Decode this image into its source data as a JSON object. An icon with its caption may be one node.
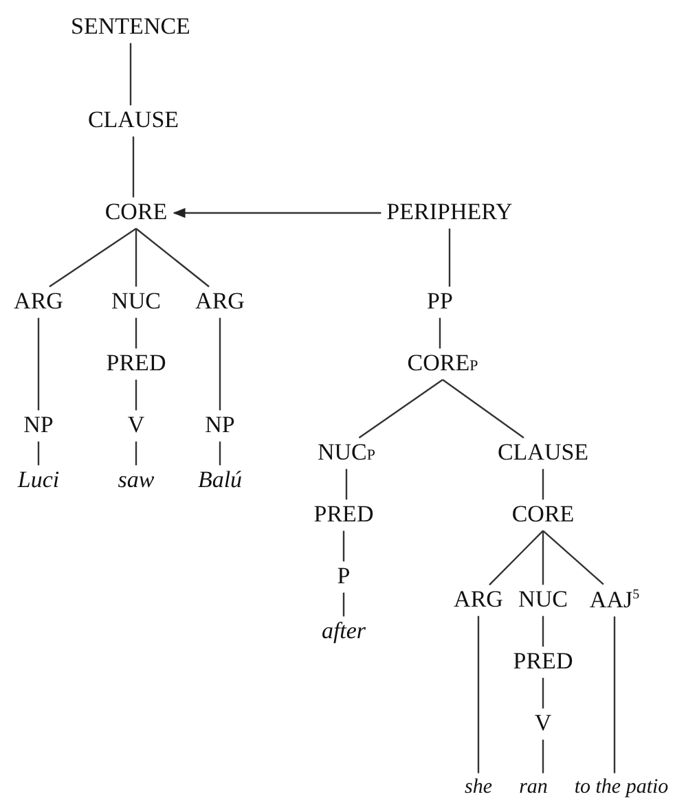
{
  "diagram": {
    "nodes": [
      {
        "text": [
          "SENTENCE"
        ]
      },
      {
        "text": [
          "CLAUSE"
        ]
      },
      {
        "text": [
          "CORE"
        ]
      },
      {
        "text": [
          "PERIPHERY"
        ]
      },
      {
        "text": [
          "ARG"
        ]
      },
      {
        "text": [
          "NUC"
        ]
      },
      {
        "text": [
          "ARG"
        ]
      },
      {
        "text": [
          "PRED"
        ]
      },
      {
        "text": [
          "NP"
        ]
      },
      {
        "text": [
          "V"
        ]
      },
      {
        "text": [
          "NP"
        ]
      },
      {
        "text": [
          "Luci"
        ]
      },
      {
        "text": [
          "saw"
        ]
      },
      {
        "text": [
          "Balú"
        ]
      },
      {
        "text": [
          "PP"
        ]
      },
      {
        "text": [
          "CORE$_{P}$"
        ]
      },
      {
        "text": [
          "NUC$_{P}$"
        ]
      },
      {
        "text": [
          "CLAUSE"
        ]
      },
      {
        "text": [
          "PRED"
        ]
      },
      {
        "text": [
          "CORE"
        ]
      },
      {
        "text": [
          "P"
        ]
      },
      {
        "text": [
          "after"
        ]
      },
      {
        "text": [
          "ARG"
        ]
      },
      {
        "text": [
          "NUC"
        ]
      },
      {
        "text": [
          "AAJ$^{5}$"
        ]
      },
      {
        "text": [
          "PRED"
        ]
      },
      {
        "text": [
          "V"
        ]
      },
      {
        "text": [
          "she"
        ]
      },
      {
        "text": [
          "ran"
        ]
      },
      {
        "text": [
          "to the patio"
        ]
      }
    ],
    "edges": [
      {
        "from": 0,
        "to": 1,
        "arrow": "none"
      },
      {
        "from": 1,
        "to": 2,
        "arrow": "none"
      },
      {
        "from": 3,
        "to": 2,
        "arrow": "to"
      },
      {
        "from": 2,
        "to": 4,
        "arrow": "none"
      },
      {
        "from": 2,
        "to": 5,
        "arrow": "none"
      },
      {
        "from": 2,
        "to": 6,
        "arrow": "none"
      },
      {
        "from": 5,
        "to": 7,
        "arrow": "none"
      },
      {
        "from": 4,
        "to": 8,
        "arrow": "none"
      },
      {
        "from": 7,
        "to": 9,
        "arrow": "none"
      },
      {
        "from": 6,
        "to": 10,
        "arrow": "none"
      },
      {
        "from": 8,
        "to": 11,
        "arrow": "none"
      },
      {
        "from": 9,
        "to": 12,
        "arrow": "none"
      },
      {
        "from": 10,
        "to": 13,
        "arrow": "none"
      },
      {
        "from": 3,
        "to": 14,
        "arrow": "none"
      },
      {
        "from": 14,
        "to": 15,
        "arrow": "none"
      },
      {
        "from": 15,
        "to": 16,
        "arrow": "none"
      },
      {
        "from": 15,
        "to": 17,
        "arrow": "none"
      },
      {
        "from": 16,
        "to": 18,
        "arrow": "none"
      },
      {
        "from": 17,
        "to": 19,
        "arrow": "none"
      },
      {
        "from": 18,
        "to": 20,
        "arrow": "none"
      },
      {
        "from": 20,
        "to": 21,
        "arrow": "none"
      },
      {
        "from": 19,
        "to": 22,
        "arrow": "none"
      },
      {
        "from": 19,
        "to": 23,
        "arrow": "none"
      },
      {
        "from": 19,
        "to": 24,
        "arrow": "none"
      },
      {
        "from": 23,
        "to": 25,
        "arrow": "none"
      },
      {
        "from": 25,
        "to": 26,
        "arrow": "none"
      },
      {
        "from": 22,
        "to": 27,
        "arrow": "none"
      },
      {
        "from": 26,
        "to": 28,
        "arrow": "none"
      },
      {
        "from": 24,
        "to": 29,
        "arrow": "none"
      }
    ]
  }
}
